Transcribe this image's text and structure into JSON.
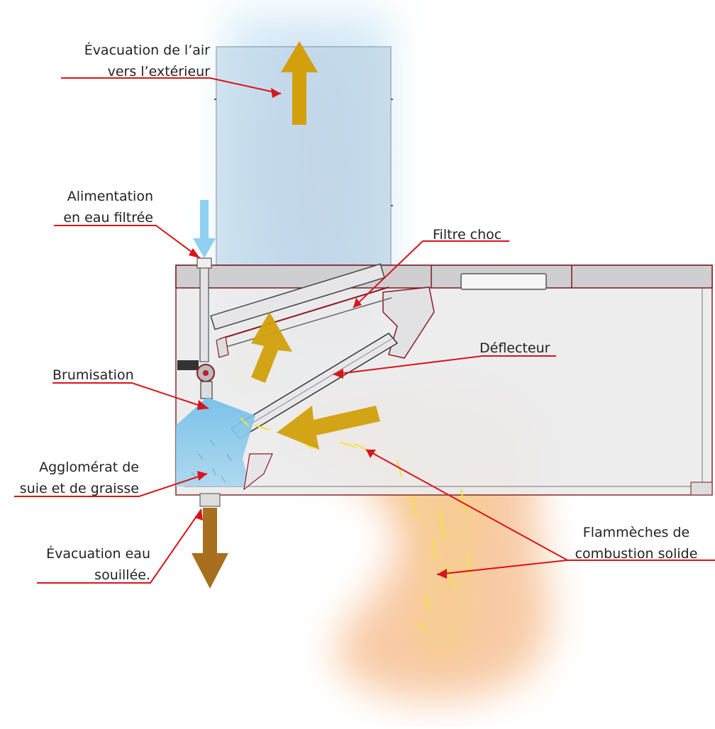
{
  "labels": {
    "air_exhaust_line1": "Évacuation de l’air",
    "air_exhaust_line2": "vers l’extérieur",
    "water_supply_line1": "Alimentation",
    "water_supply_line2": "en eau filtrée",
    "impact_filter": "Filtre choc",
    "deflector": "Déflecteur",
    "misting": "Brumisation",
    "agglomerate_line1": "Agglomérat de",
    "agglomerate_line2": "suie et de graisse",
    "dirty_water_line1": "Évacuation eau",
    "dirty_water_line2": "souillée.",
    "embers_line1": "Flammèches de",
    "embers_line2": "combustion solide"
  },
  "colors": {
    "leader_line": "#d9141b",
    "air_arrow": "#d3a00c",
    "water_in_arrow": "#8fd0f3",
    "water_out_arrow": "#a76f1e",
    "air_flow": "#b7d8ee",
    "fire_plume": "#f6b987",
    "mist": "#84c6ea",
    "hood_body": "#ececed",
    "hood_outline": "#8b1a21"
  },
  "icons": {
    "air_exhaust": "arrow-up-icon",
    "water_supply": "arrow-down-icon",
    "dirty_water": "arrow-down-icon",
    "airflow_in": "arrow-left-icon"
  }
}
